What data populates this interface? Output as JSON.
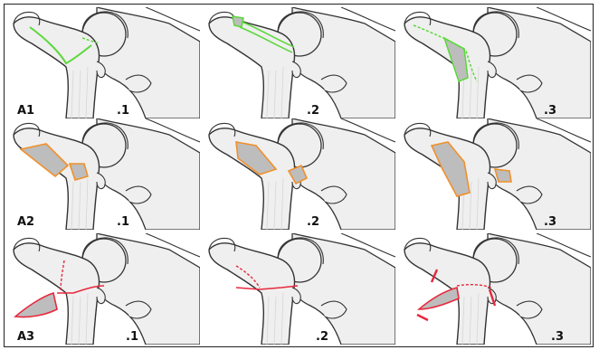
{
  "figure": {
    "colors": {
      "bone_fill": "#efefef",
      "bone_stroke": "#333333",
      "a1": "#5bd83a",
      "a2": "#f0902a",
      "a3": "#e8283c",
      "fragment_fill": "#bdbdbd"
    },
    "rows": [
      {
        "group_label": "A1",
        "group": "a1",
        "panels": [
          {
            "sub": ".1"
          },
          {
            "sub": ".2"
          },
          {
            "sub": ".3"
          }
        ]
      },
      {
        "group_label": "A2",
        "group": "a2",
        "panels": [
          {
            "sub": ".1"
          },
          {
            "sub": ".2"
          },
          {
            "sub": ".3"
          }
        ]
      },
      {
        "group_label": "A3",
        "group": "a3",
        "panels": [
          {
            "sub": ".1"
          },
          {
            "sub": ".2"
          },
          {
            "sub": ".3"
          }
        ]
      }
    ]
  }
}
